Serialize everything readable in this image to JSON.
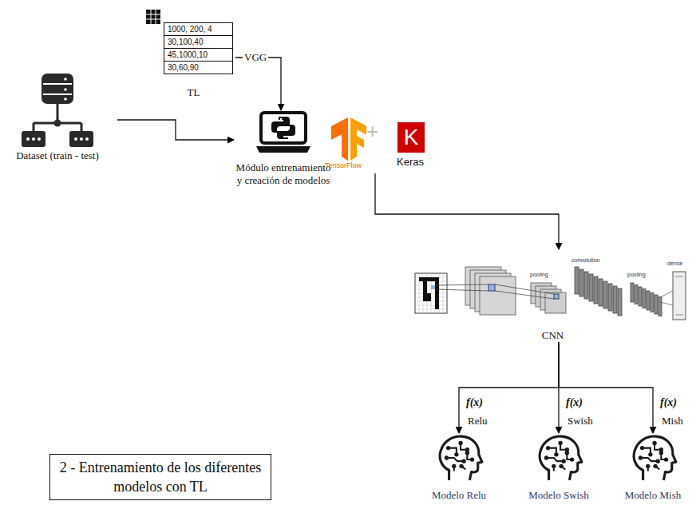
{
  "diagram": {
    "nodes": [
      {
        "text": [
          "Dataset (train - test)"
        ]
      },
      {
        "text": [
          "1000, 200, 4",
          "30,100,40",
          "45,1000,10",
          "30,60,90",
          "TL"
        ]
      },
      {
        "text": [
          "Módulo entrenamiento y creación de modelos"
        ]
      },
      {
        "text": [
          "TensorFlow",
          "K",
          "Keras"
        ]
      },
      {
        "text": [
          "CNN"
        ]
      },
      {
        "text": [
          "Modelo Relu"
        ]
      },
      {
        "text": [
          "Modelo Swish"
        ]
      },
      {
        "text": [
          "Modelo Mish"
        ]
      },
      {
        "text": [
          "2 - Entrenamiento de los diferentes modelos con TL"
        ]
      }
    ],
    "edges": [
      {
        "from": 0,
        "to": 2,
        "arrow": "to"
      },
      {
        "from": 1,
        "to": 2,
        "label": "VGG",
        "arrow": "to"
      },
      {
        "from": 3,
        "to": 4,
        "arrow": "to"
      },
      {
        "from": 4,
        "to": 5,
        "label": "Relu",
        "arrow": "to"
      },
      {
        "from": 4,
        "to": 6,
        "label": "Swish",
        "arrow": "to"
      },
      {
        "from": 4,
        "to": 7,
        "label": "Mish",
        "arrow": "to"
      }
    ],
    "labels": [
      "+",
      "pooling",
      "convolution",
      "pooling",
      "dense",
      "f(x)",
      "f(x)",
      "f(x)"
    ]
  }
}
